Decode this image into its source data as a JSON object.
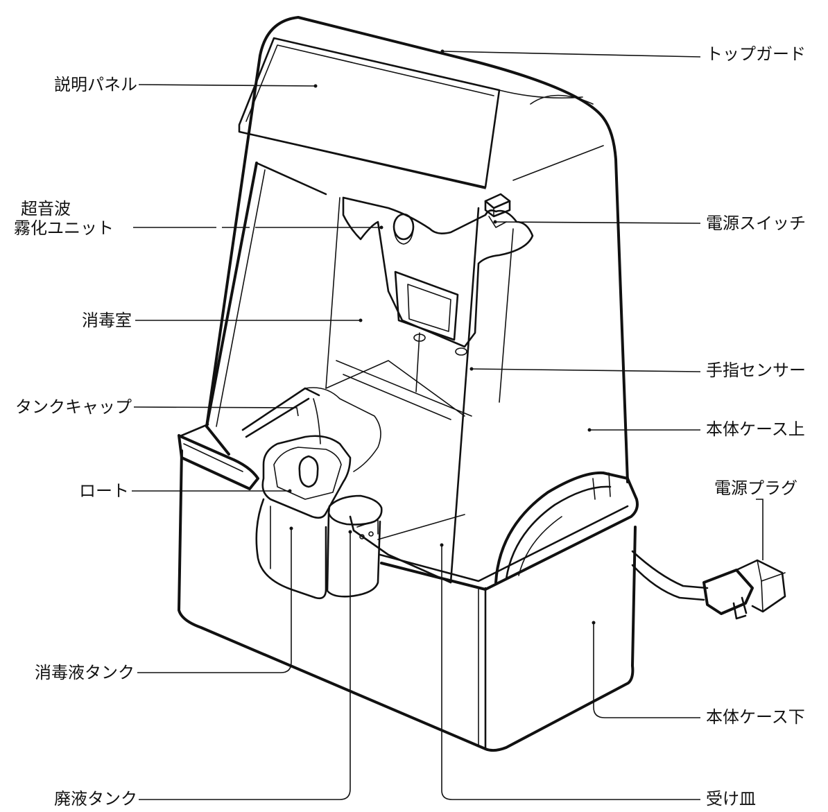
{
  "labels": {
    "top_guard": "トップガード",
    "instruction_panel": "説明パネル",
    "ultrasonic_line1": "超音波",
    "ultrasonic_line2": "霧化ユニット",
    "power_switch": "電源スイッチ",
    "disinfection_chamber": "消毒室",
    "finger_sensor": "手指センサー",
    "tank_cap": "タンクキャップ",
    "body_case_upper": "本体ケース上",
    "funnel": "ロート",
    "power_plug": "電源プラグ",
    "disinfectant_tank": "消毒液タンク",
    "body_case_lower": "本体ケース下",
    "waste_tank": "廃液タンク",
    "drip_tray": "受け皿"
  },
  "colors": {
    "ink": "#111111",
    "background": "#ffffff"
  }
}
